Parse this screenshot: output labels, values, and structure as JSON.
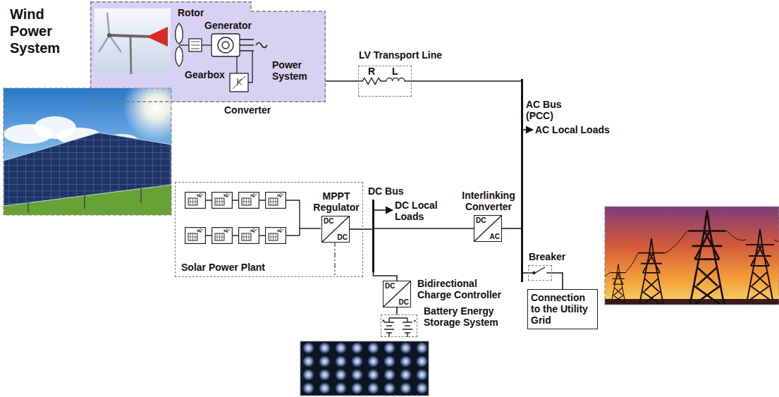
{
  "diagram": {
    "nodes": [
      {
        "text": [
          "Wind Power System"
        ]
      },
      {
        "text": [
          "LV Transport Line"
        ]
      },
      {
        "text": [
          "AC Bus (PCC)"
        ]
      },
      {
        "text": [
          "Solar Power Plant"
        ]
      },
      {
        "text": [
          "MPPT Regulator",
          "DC",
          "DC"
        ],
        "in": 3
      },
      {
        "text": [
          "DC Bus"
        ]
      },
      {
        "text": [
          "Interlinking Converter",
          "DC",
          "AC"
        ]
      },
      {
        "text": [
          "Bidirectional Charge Controller",
          "DC",
          "DC"
        ]
      },
      {
        "text": [
          "Battery Energy Storage System"
        ]
      },
      {
        "text": [
          "Breaker"
        ]
      },
      {
        "text": [
          "Connection to the Utility Grid"
        ]
      }
    ],
    "edges": [
      {
        "from": 0,
        "to": 1,
        "arrow": "none"
      },
      {
        "from": 1,
        "to": 2,
        "arrow": "none"
      },
      {
        "from": 4,
        "to": 5,
        "arrow": "none"
      },
      {
        "from": 5,
        "to": 6,
        "arrow": "none"
      },
      {
        "from": 6,
        "to": 2,
        "arrow": "none"
      },
      {
        "from": 5,
        "to": 7,
        "arrow": "none"
      },
      {
        "from": 7,
        "to": 8,
        "arrow": "none"
      },
      {
        "from": 2,
        "to": 9,
        "arrow": "none"
      },
      {
        "from": 9,
        "to": 10,
        "arrow": "none"
      }
    ],
    "labels": [
      "Rotor",
      "Generator",
      "Gearbox",
      "Power System",
      "Converter",
      "R",
      "L",
      "AC Local Loads",
      "DC Local Loads"
    ]
  }
}
